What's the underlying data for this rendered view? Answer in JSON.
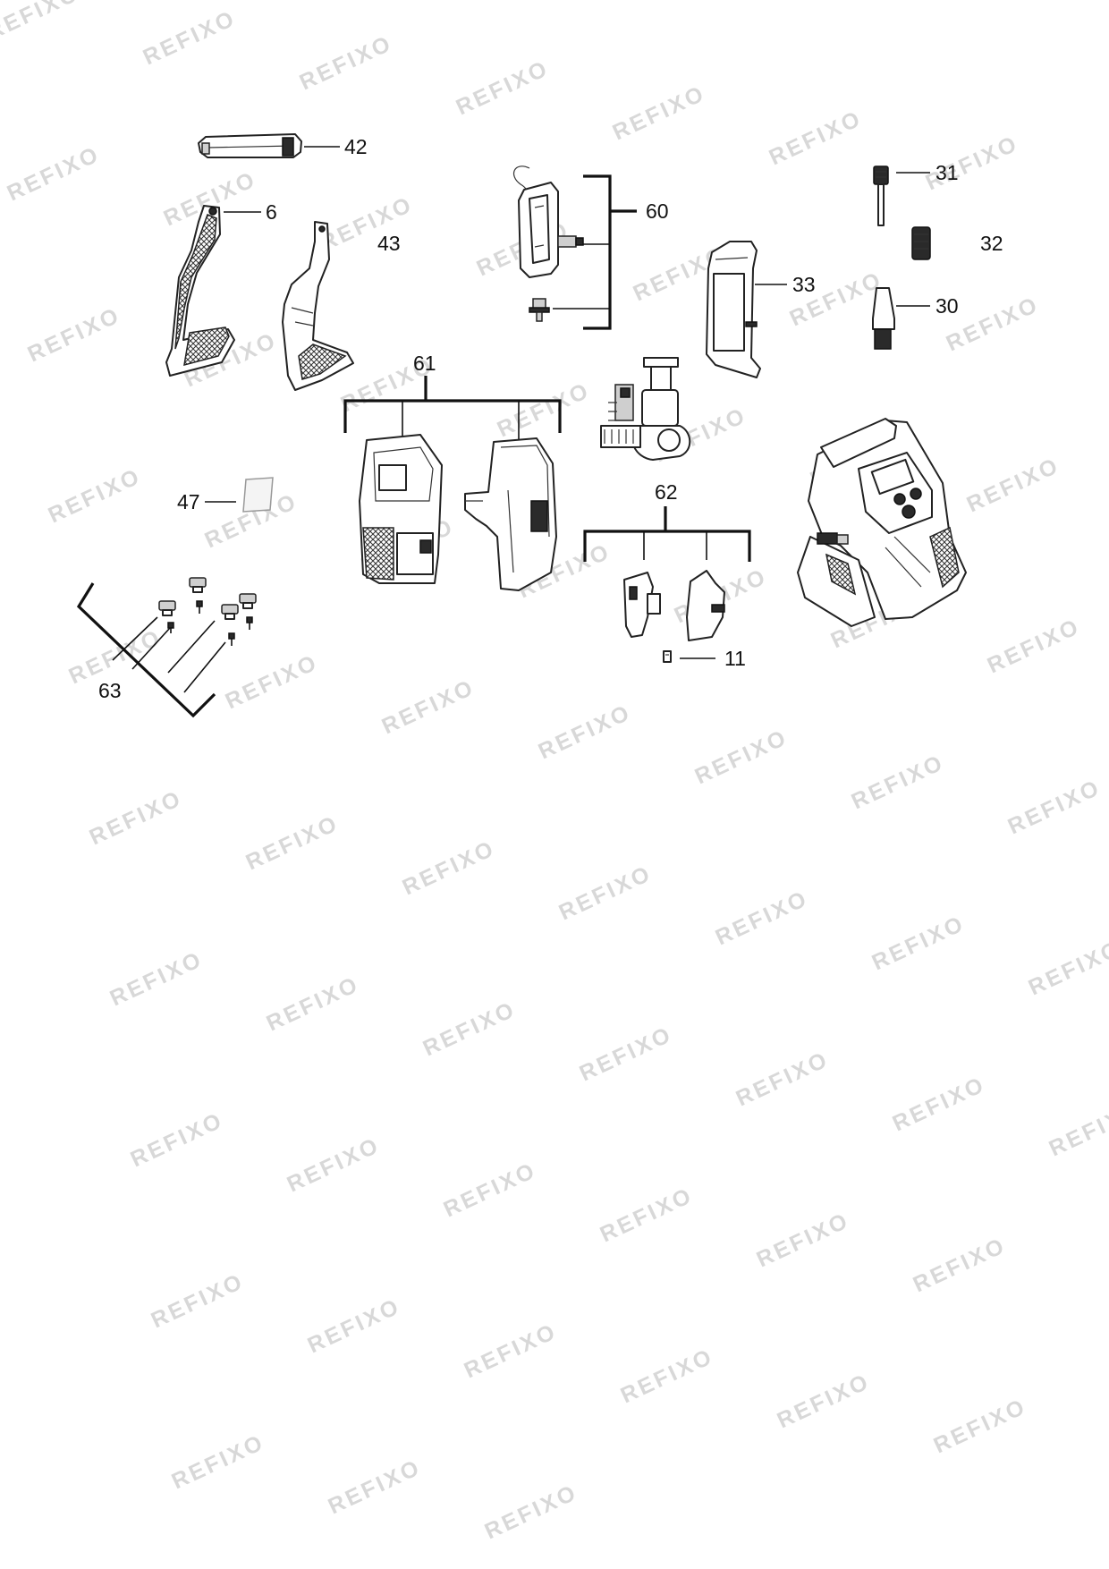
{
  "watermark": {
    "text": "REFIXO",
    "color": "#d8d8d8"
  },
  "labels": {
    "p6": "6",
    "p11": "11",
    "p30": "30",
    "p31": "31",
    "p32": "32",
    "p33": "33",
    "p42": "42",
    "p43": "43",
    "p47": "47",
    "p60": "60",
    "p61": "61",
    "p62": "62",
    "p63": "63"
  },
  "parts": [
    {
      "id": "42",
      "icon": "carry-handle-icon"
    },
    {
      "id": "6",
      "icon": "left-frame-leg-icon"
    },
    {
      "id": "43",
      "icon": "right-frame-leg-icon"
    },
    {
      "id": "60",
      "icon": "air-hose-assembly-icon"
    },
    {
      "id": "33",
      "icon": "hose-holder-icon"
    },
    {
      "id": "31",
      "icon": "needle-adapter-icon"
    },
    {
      "id": "32",
      "icon": "valve-adapter-icon"
    },
    {
      "id": "30",
      "icon": "cone-nozzle-icon"
    },
    {
      "id": "61",
      "icon": "housing-halves-icon"
    },
    {
      "id": "47",
      "icon": "label-plate-icon"
    },
    {
      "id": "62",
      "icon": "cover-set-icon"
    },
    {
      "id": "11",
      "icon": "small-screw-icon"
    },
    {
      "id": "63",
      "icon": "screw-set-icon"
    }
  ]
}
